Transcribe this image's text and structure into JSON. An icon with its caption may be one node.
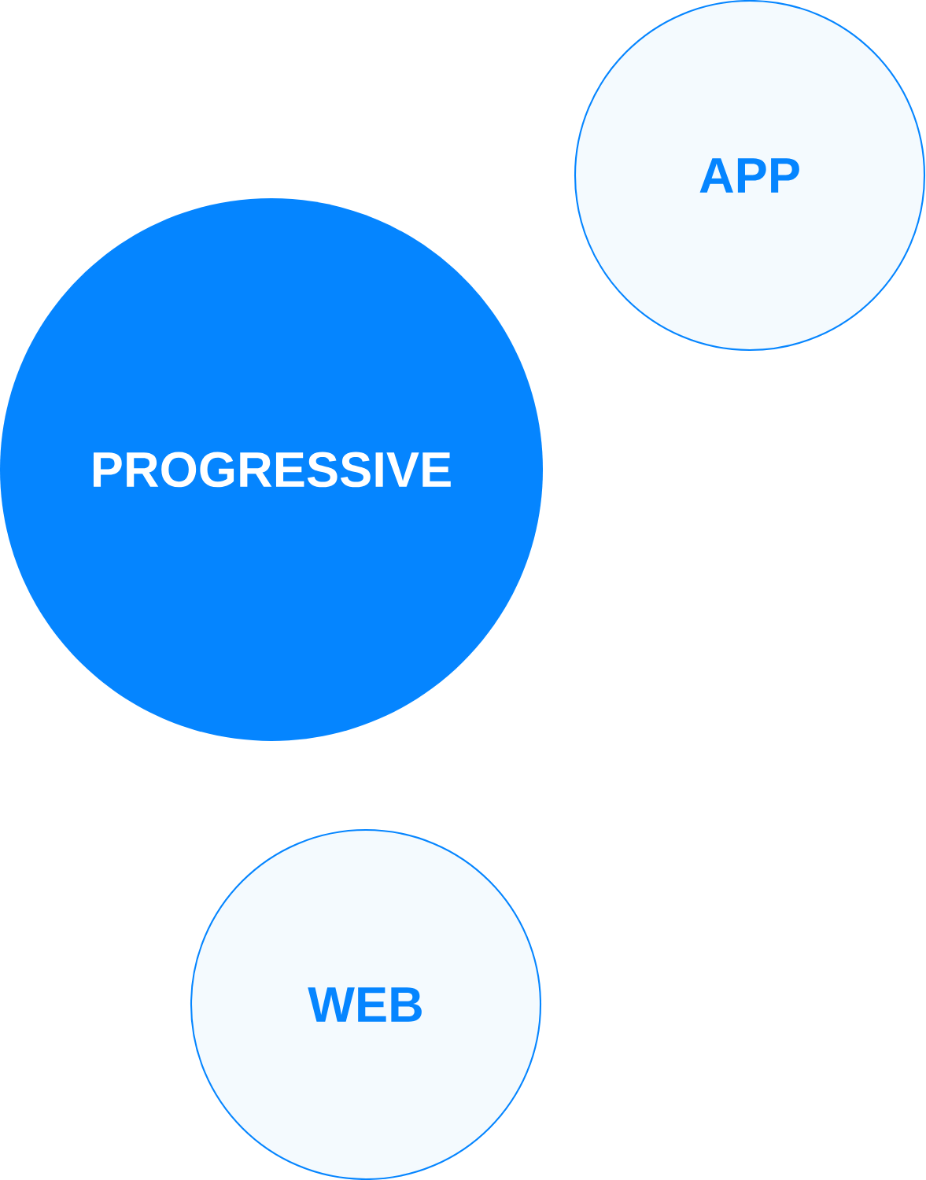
{
  "diagram": {
    "nodes": [
      {
        "text": [
          "APP"
        ]
      },
      {
        "text": [
          "PROGRESSIVE"
        ]
      },
      {
        "text": [
          "WEB"
        ]
      }
    ]
  }
}
